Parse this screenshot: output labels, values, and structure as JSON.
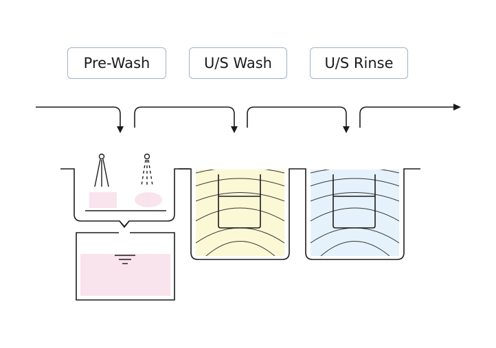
{
  "stages": [
    {
      "label": "Pre-Wash"
    },
    {
      "label": "U/S Wash"
    },
    {
      "label": "U/S Rinse"
    }
  ],
  "colors": {
    "line": "#1a1a1a",
    "label_border": "#9fb2c8",
    "prewash_liquid": "#f9e3ec",
    "wash_liquid": "#fbf8d6",
    "rinse_liquid": "#e6f2fb",
    "wave_line": "#333333"
  }
}
